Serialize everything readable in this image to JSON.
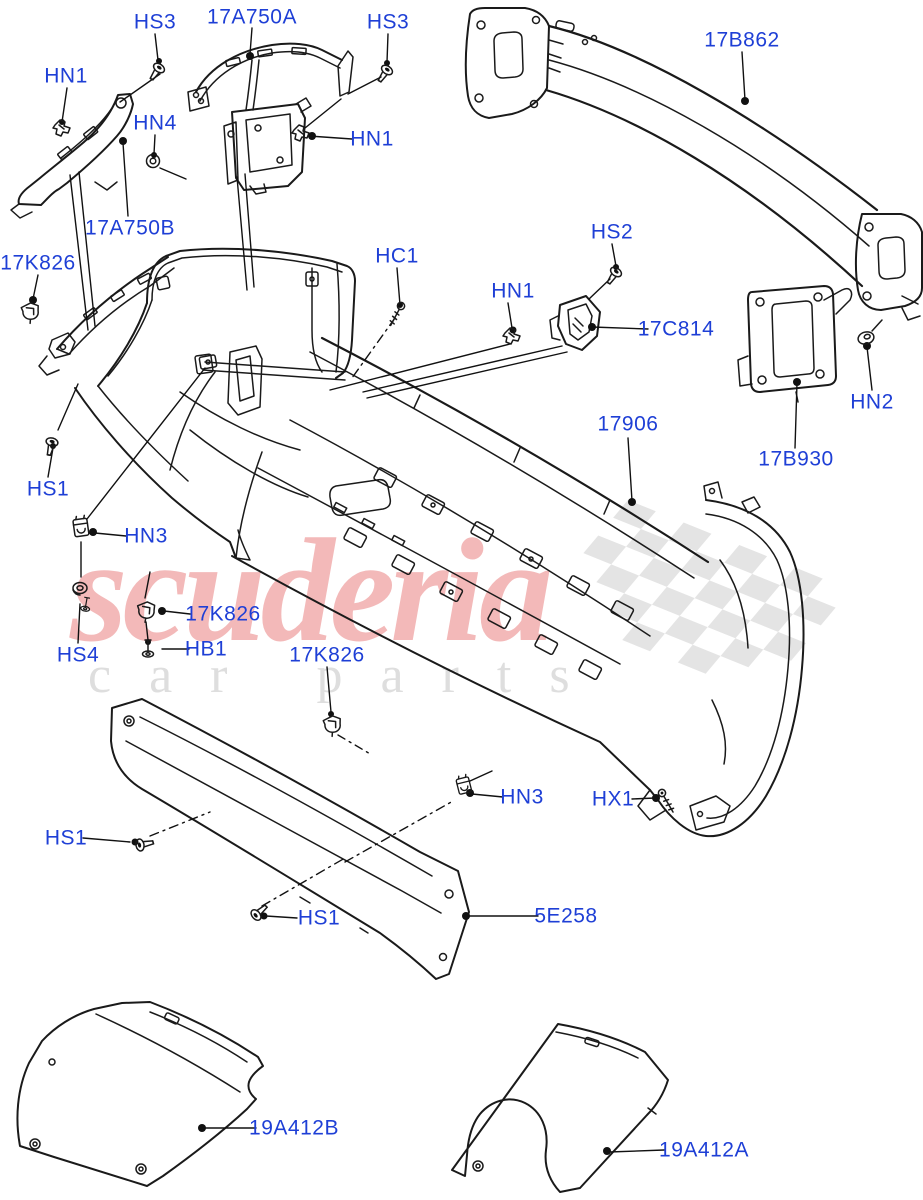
{
  "page": {
    "background": "#ffffff"
  },
  "watermark": {
    "brand": "scuderia",
    "brand_sub": "car parts",
    "brand_color": "#f3b9b9",
    "sub_color": "#dedede",
    "flag_color": "#e4e4e4"
  },
  "diagram": {
    "label_color": "#1e3fd6",
    "line_color": "#1a1a1a",
    "callouts": [
      {
        "text": "HS3"
      },
      {
        "text": "17A750A"
      },
      {
        "text": "HS3"
      },
      {
        "text": "17B862"
      },
      {
        "text": "HN1"
      },
      {
        "text": "HN4"
      },
      {
        "text": "HN1"
      },
      {
        "text": "17A750B"
      },
      {
        "text": "17K826"
      },
      {
        "text": "HC1"
      },
      {
        "text": "HS2"
      },
      {
        "text": "HN1"
      },
      {
        "text": "17C814"
      },
      {
        "text": "HN2"
      },
      {
        "text": "17906"
      },
      {
        "text": "17B930"
      },
      {
        "text": "HS1"
      },
      {
        "text": "HN3"
      },
      {
        "text": "17K826"
      },
      {
        "text": "HS4"
      },
      {
        "text": "HB1"
      },
      {
        "text": "17K826"
      },
      {
        "text": "HN3"
      },
      {
        "text": "HX1"
      },
      {
        "text": "HS1"
      },
      {
        "text": "HS1"
      },
      {
        "text": "5E258"
      },
      {
        "text": "19A412B"
      },
      {
        "text": "19A412A"
      }
    ]
  }
}
